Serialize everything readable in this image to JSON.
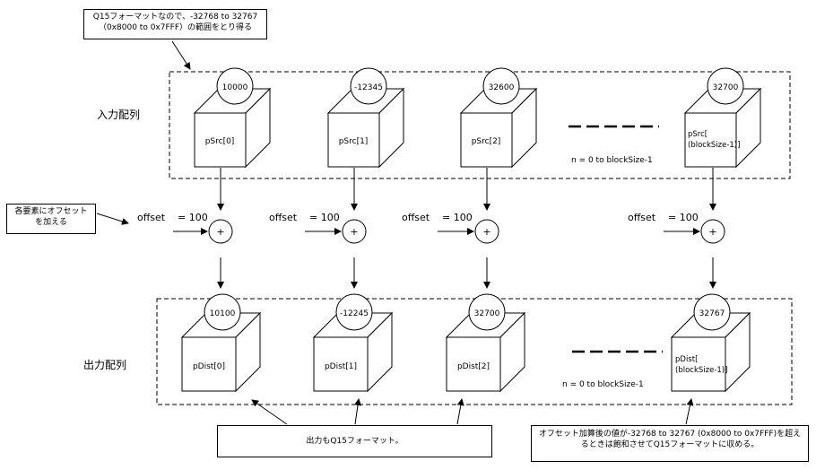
{
  "notes": {
    "range_line1": "Q15フォーマットなので、-32768 to 32767",
    "range_line2": "（0x8000 to 0x7FFF）の範囲をとり得る",
    "offset_line1": "各要素にオフセット",
    "offset_line2": "を加える",
    "output_format": "出力もQ15フォーマット。",
    "saturation_line1": "オフセット加算後の値が-32768 to 32767 (0x8000 to 0x7FFF)を超え",
    "saturation_line2": "るときは飽和させてQ15フォーマットに収める。"
  },
  "input": {
    "label": "入力配列",
    "range": "n = 0 to blockSize-1",
    "items": [
      {
        "value": "10000",
        "name": "pSrc[0]"
      },
      {
        "value": "-12345",
        "name": "pSrc[1]"
      },
      {
        "value": "32600",
        "name": "pSrc[2]"
      },
      {
        "value": "32700",
        "name1": "pSrc[",
        "name2": "(blockSize-1)]"
      }
    ]
  },
  "offset": {
    "word": "offset",
    "value": "= 100",
    "plus": "+"
  },
  "output": {
    "label": "出力配列",
    "range": "n = 0 to blockSize-1",
    "items": [
      {
        "value": "10100",
        "name": "pDist[0]"
      },
      {
        "value": "-12245",
        "name": "pDist[1]"
      },
      {
        "value": "32700",
        "name": "pDist[2]"
      },
      {
        "value": "32767",
        "name1": "pDist[",
        "name2": "(blockSize-1)]"
      }
    ]
  }
}
